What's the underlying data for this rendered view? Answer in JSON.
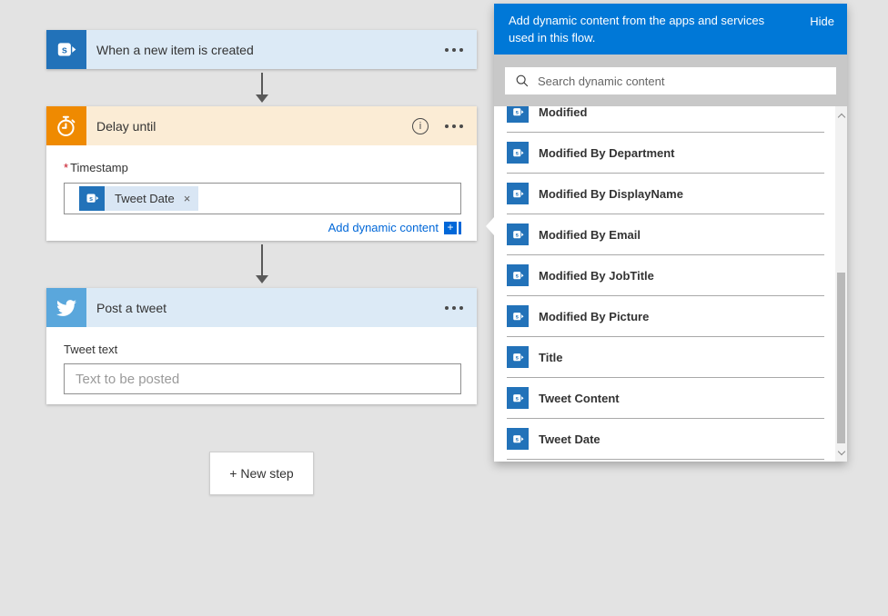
{
  "flow": {
    "trigger": {
      "title": "When a new item is created"
    },
    "delay": {
      "title": "Delay until",
      "required_mark": "*",
      "field_label": "Timestamp",
      "token_label": "Tweet Date",
      "token_remove": "×",
      "add_dynamic_label": "Add dynamic content",
      "plus_glyph": "+"
    },
    "tweet": {
      "title": "Post a tweet",
      "field_label": "Tweet text",
      "placeholder": "Text to be posted"
    },
    "new_step_label": "+ New step"
  },
  "panel": {
    "header": {
      "message": "Add dynamic content from the apps and services used in this flow.",
      "hide_label": "Hide"
    },
    "search": {
      "placeholder": "Search dynamic content"
    },
    "items": [
      {
        "label": "Modified"
      },
      {
        "label": "Modified By Department"
      },
      {
        "label": "Modified By DisplayName"
      },
      {
        "label": "Modified By Email"
      },
      {
        "label": "Modified By JobTitle"
      },
      {
        "label": "Modified By Picture"
      },
      {
        "label": "Title"
      },
      {
        "label": "Tweet Content"
      },
      {
        "label": "Tweet Date"
      }
    ]
  },
  "colors": {
    "accent_blue": "#0078d7",
    "sharepoint_blue": "#2272b9",
    "delay_orange": "#ef8a01",
    "twitter_blue": "#5aa7dc",
    "link_blue": "#0067d8",
    "card_header_tint_blue": "#dceaf6",
    "card_header_tint_orange": "#fbecd5",
    "page_background": "#e3e3e3"
  }
}
